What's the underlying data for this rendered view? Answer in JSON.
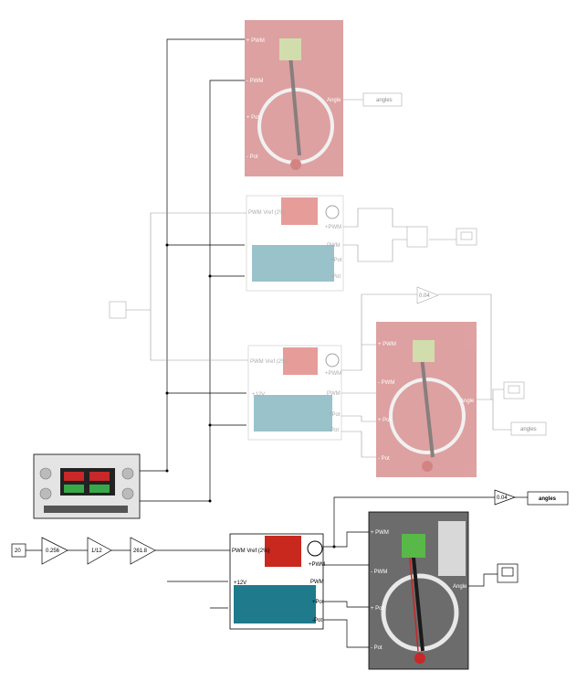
{
  "constant": "20",
  "gain1": "0.256",
  "gain2": "1/12",
  "gain3": "261.8",
  "gain_top": "0.04",
  "gain_bottom": "0.04",
  "display_top": "angles",
  "display_mid": "angles",
  "display_bottom": "angles",
  "pendulum": {
    "pwm_plus": "+ PWM",
    "pwm_minus": "- PWM",
    "pot_plus": "+ Pot",
    "pot_minus": "- Pot",
    "angle": "Angle"
  },
  "driver": {
    "pwm_vref": "PWM Vref (2%)",
    "v12": "+12V",
    "pwm_plus": "+PWM",
    "pwm_minus": "PWM",
    "pot_plus": "+Pot",
    "pot_minus": "-Pot"
  },
  "colors": {
    "pendulum_bg": "#c86464",
    "driver_red": "#c8281e",
    "arduino_teal": "#1f7a8c",
    "psu_body": "#d8d8d8"
  }
}
